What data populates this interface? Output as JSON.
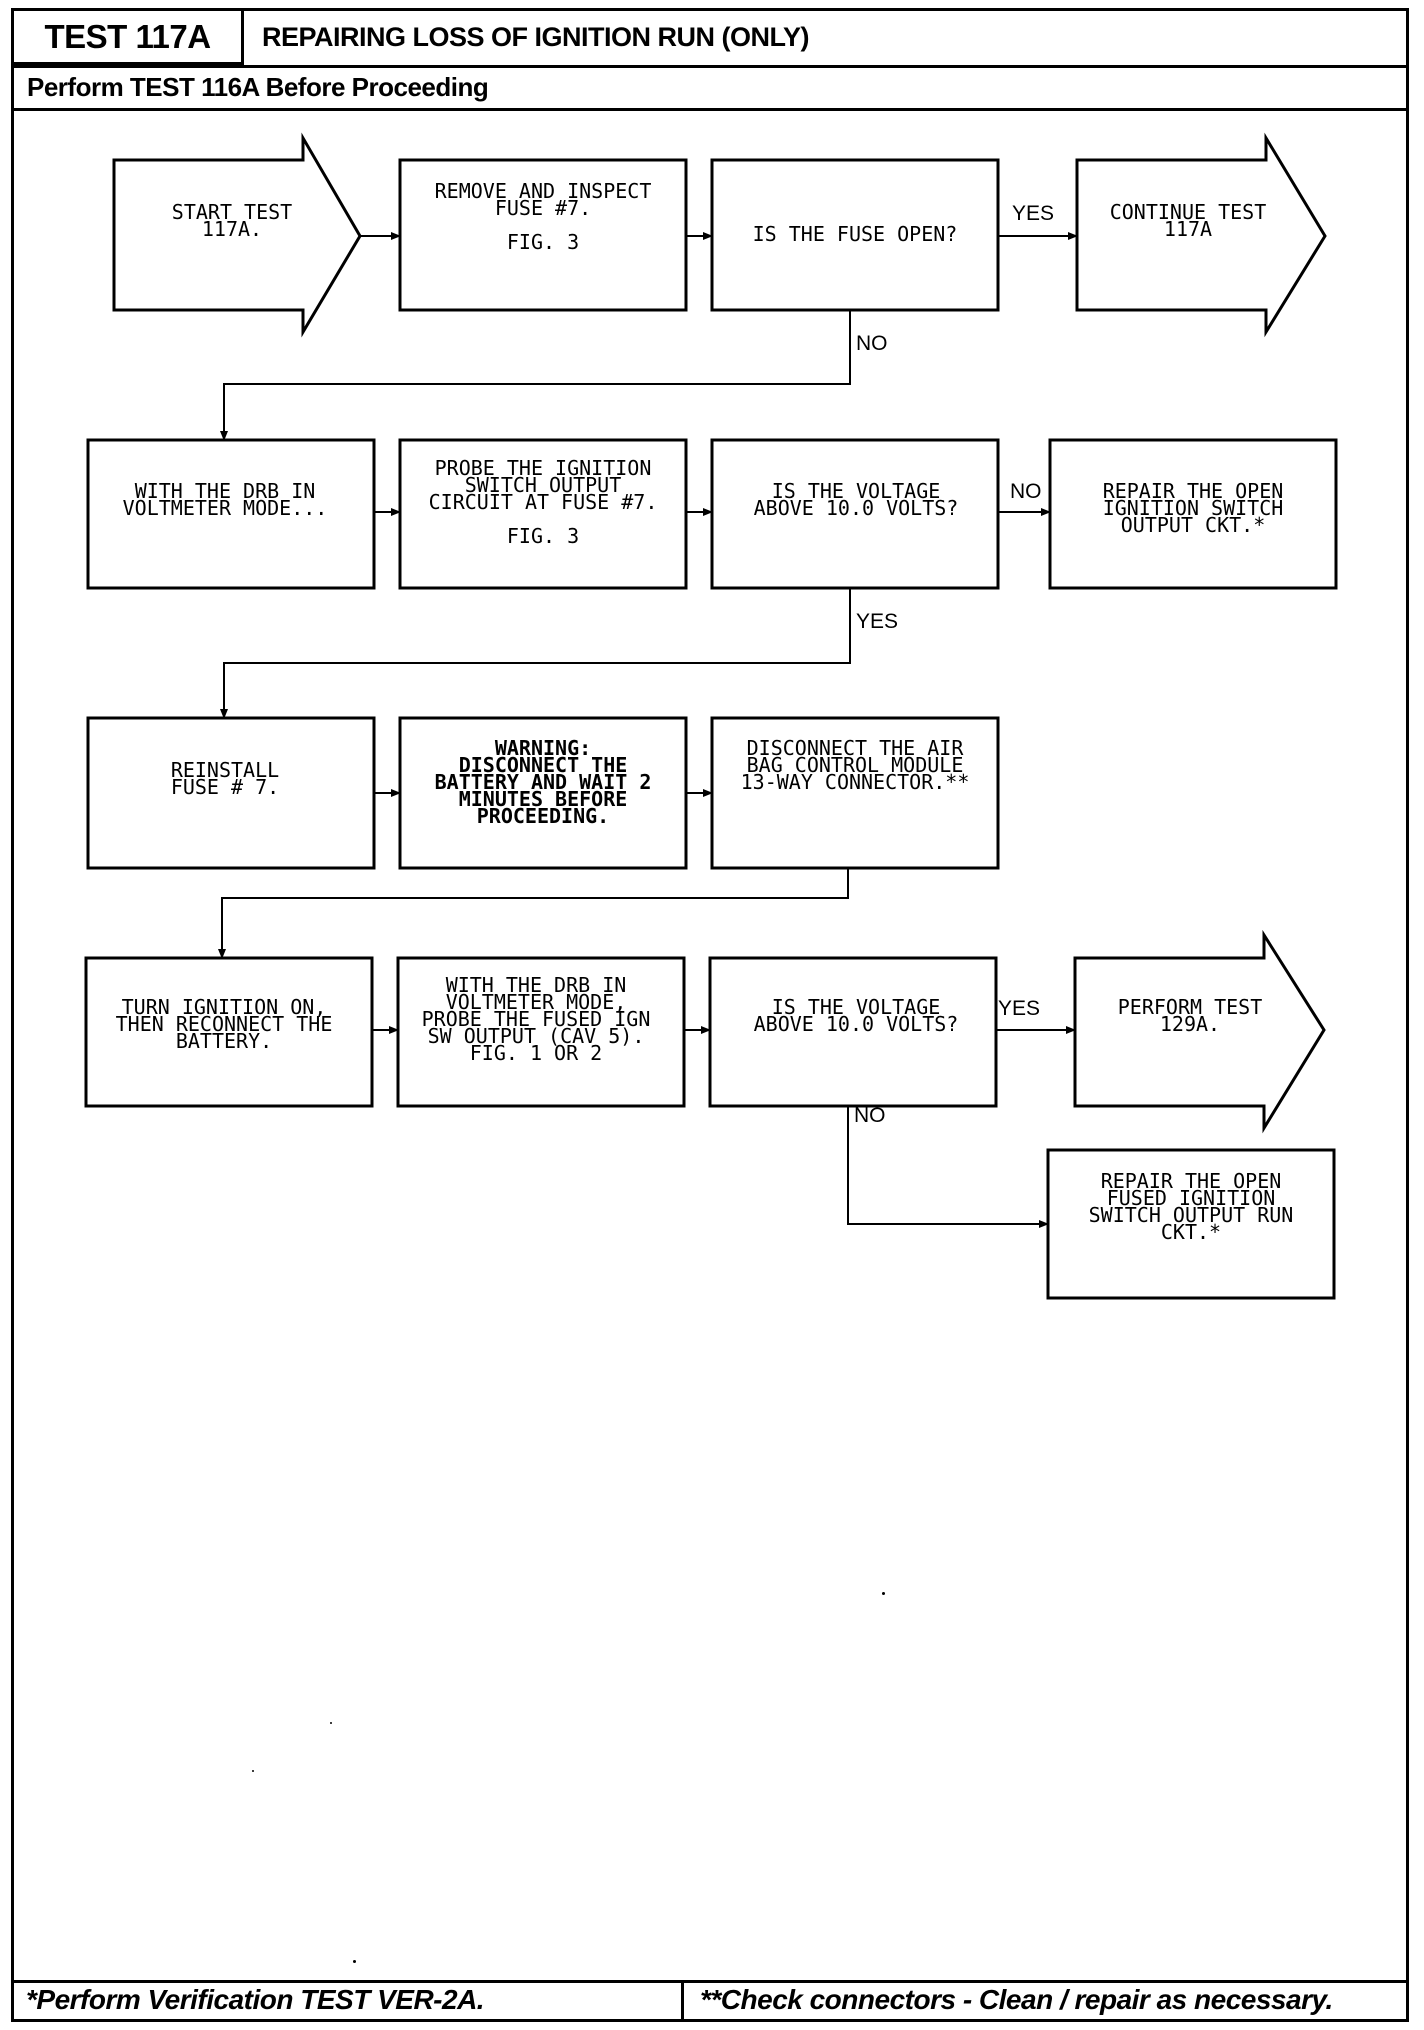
{
  "header": {
    "test_id": "TEST 117A",
    "title": "REPAIRING LOSS OF IGNITION RUN (ONLY)",
    "prerequisite": "Perform TEST 116A Before Proceeding"
  },
  "footer": {
    "left_note": "*Perform Verification TEST VER-2A.",
    "right_note": "**Check connectors - Clean / repair as necessary."
  },
  "flow": {
    "start": [
      "START TEST",
      "117A."
    ],
    "remove_fuse": [
      "REMOVE AND INSPECT",
      "FUSE #7.",
      "",
      "FIG. 3"
    ],
    "fuse_open": [
      "IS THE FUSE OPEN?"
    ],
    "continue_test": [
      "CONTINUE TEST",
      "117A"
    ],
    "drb_voltmeter": [
      "WITH THE DRB IN",
      "VOLTMETER MODE..."
    ],
    "probe_ign": [
      "PROBE THE IGNITION",
      "SWITCH OUTPUT",
      "CIRCUIT AT FUSE #7.",
      "",
      "FIG. 3"
    ],
    "voltage_q1": [
      "IS THE VOLTAGE",
      "ABOVE 10.0 VOLTS?"
    ],
    "repair_open_ign": [
      "REPAIR THE OPEN",
      "IGNITION SWITCH",
      "OUTPUT CKT.*"
    ],
    "reinstall_fuse": [
      "REINSTALL",
      "FUSE # 7."
    ],
    "warning": [
      "WARNING:",
      "DISCONNECT THE",
      "BATTERY AND WAIT 2",
      "MINUTES BEFORE",
      "PROCEEDING."
    ],
    "disconnect_module": [
      "DISCONNECT THE AIR",
      "BAG CONTROL MODULE",
      "13-WAY CONNECTOR.**"
    ],
    "turn_ign_on": [
      "TURN IGNITION ON,",
      "THEN RECONNECT THE",
      "BATTERY."
    ],
    "probe_fused": [
      "WITH THE DRB IN",
      "VOLTMETER MODE,",
      "PROBE THE FUSED IGN",
      "SW OUTPUT (CAV 5).",
      "FIG. 1 OR 2"
    ],
    "voltage_q2": [
      "IS THE VOLTAGE",
      "ABOVE 10.0 VOLTS?"
    ],
    "perform_129a": [
      "PERFORM TEST",
      "129A."
    ],
    "repair_fused": [
      "REPAIR THE OPEN",
      "FUSED IGNITION",
      "SWITCH OUTPUT RUN",
      "CKT.*"
    ]
  },
  "labels": {
    "yes_1": "YES",
    "no_1": "NO",
    "no_2": "NO",
    "yes_2": "YES",
    "yes_3": "YES",
    "no_3": "NO"
  }
}
